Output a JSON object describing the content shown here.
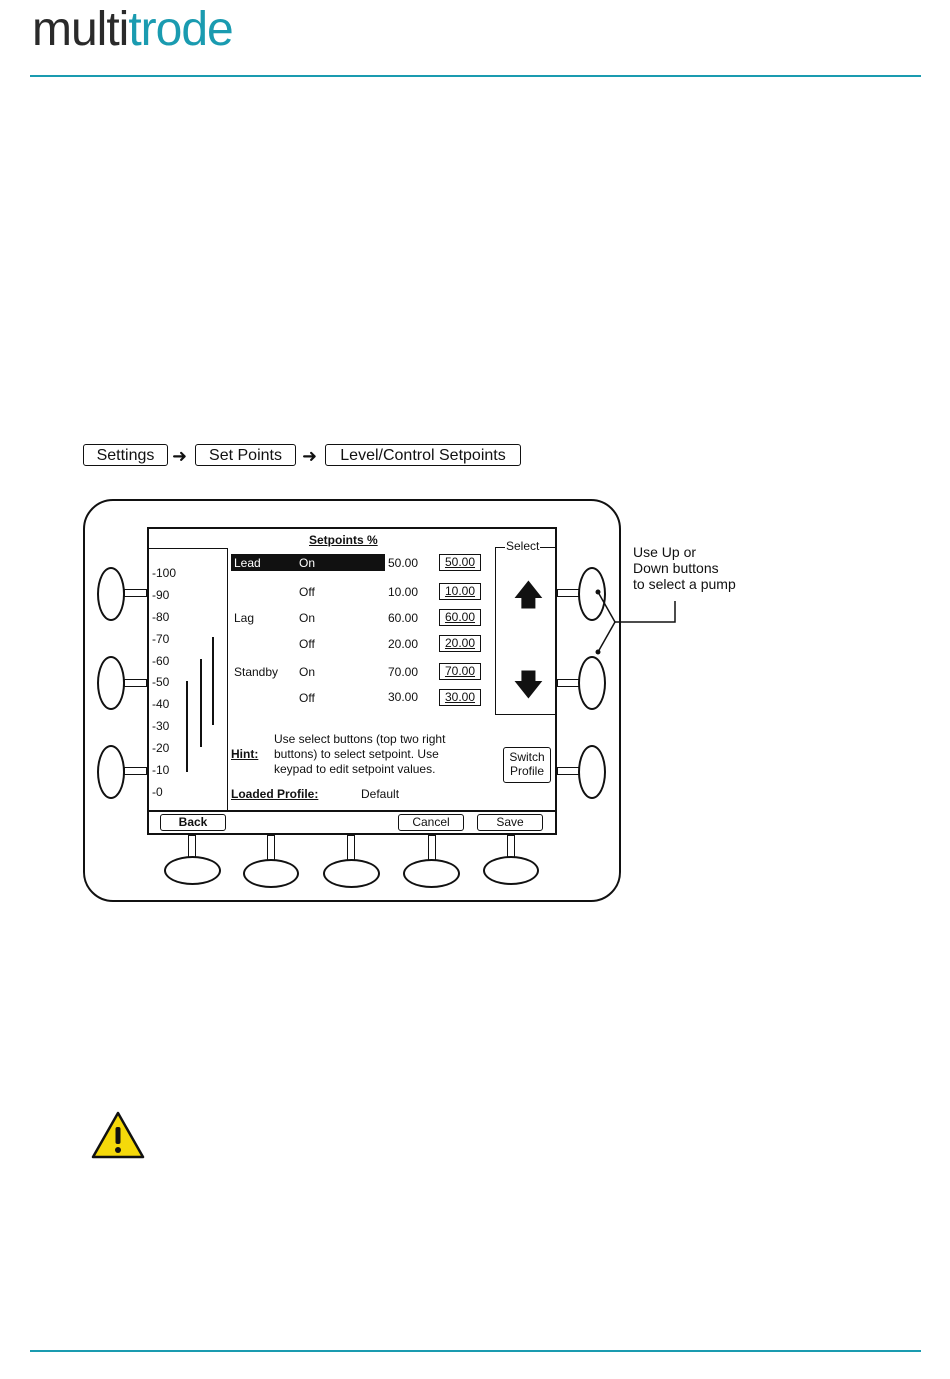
{
  "header": {
    "logo_part1": "multi",
    "logo_part2": "trode"
  },
  "breadcrumb": [
    "Settings",
    "Set Points",
    "Level/Control Setpoints"
  ],
  "breadcrumb_arrow": "➜",
  "screen": {
    "title": "Setpoints %",
    "scale": [
      "-100",
      "-90",
      "-80",
      "-70",
      "-60",
      "-50",
      "-40",
      "-30",
      "-20",
      "-10",
      "-0"
    ],
    "rows": [
      {
        "pump": "Lead",
        "state": "On",
        "value": "50.00",
        "edit": "50.00",
        "selected": true
      },
      {
        "pump": "",
        "state": "Off",
        "value": "10.00",
        "edit": "10.00",
        "selected": false
      },
      {
        "pump": "Lag",
        "state": "On",
        "value": "60.00",
        "edit": "60.00",
        "selected": false
      },
      {
        "pump": "",
        "state": "Off",
        "value": "20.00",
        "edit": "20.00",
        "selected": false
      },
      {
        "pump": "Standby",
        "state": "On",
        "value": "70.00",
        "edit": "70.00",
        "selected": false
      },
      {
        "pump": "",
        "state": "Off",
        "value": "30.00",
        "edit": "30.00",
        "selected": false
      }
    ],
    "select_label": "Select",
    "up_arrow": "🡅",
    "down_arrow": "🡇",
    "hint_label": "Hint:",
    "hint_lines": [
      "Use select buttons (top two right",
      "buttons) to select setpoint. Use",
      "keypad to edit setpoint values."
    ],
    "switch_profile_line1": "Switch",
    "switch_profile_line2": "Profile",
    "loaded_profile_label": "Loaded Profile:",
    "loaded_profile_value": "Default",
    "back_label": "Back",
    "cancel_label": "Cancel",
    "save_label": "Save"
  },
  "callout": [
    "Use Up or",
    "Down buttons",
    "to select a pump"
  ],
  "warning_icon": "warning-triangle-icon",
  "colors": {
    "brand_dark": "#2a2a2a",
    "brand_accent": "#1a9bb0"
  }
}
